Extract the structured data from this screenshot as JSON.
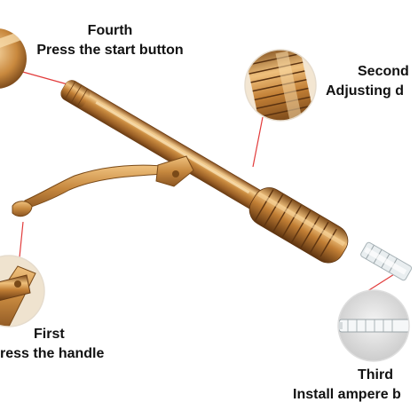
{
  "steps": {
    "fourth": {
      "title": "Fourth",
      "desc": "Press the start button"
    },
    "second": {
      "title": "Second",
      "desc": "Adjusting d"
    },
    "first": {
      "title": "First",
      "desc": "ress the handle"
    },
    "third": {
      "title": "Third",
      "desc": "Install ampere b"
    }
  },
  "colors": {
    "gold": "#c8893d",
    "gold_light": "#f1c98a",
    "gold_dark": "#7a4a18",
    "callout_line": "#e23b3b"
  }
}
